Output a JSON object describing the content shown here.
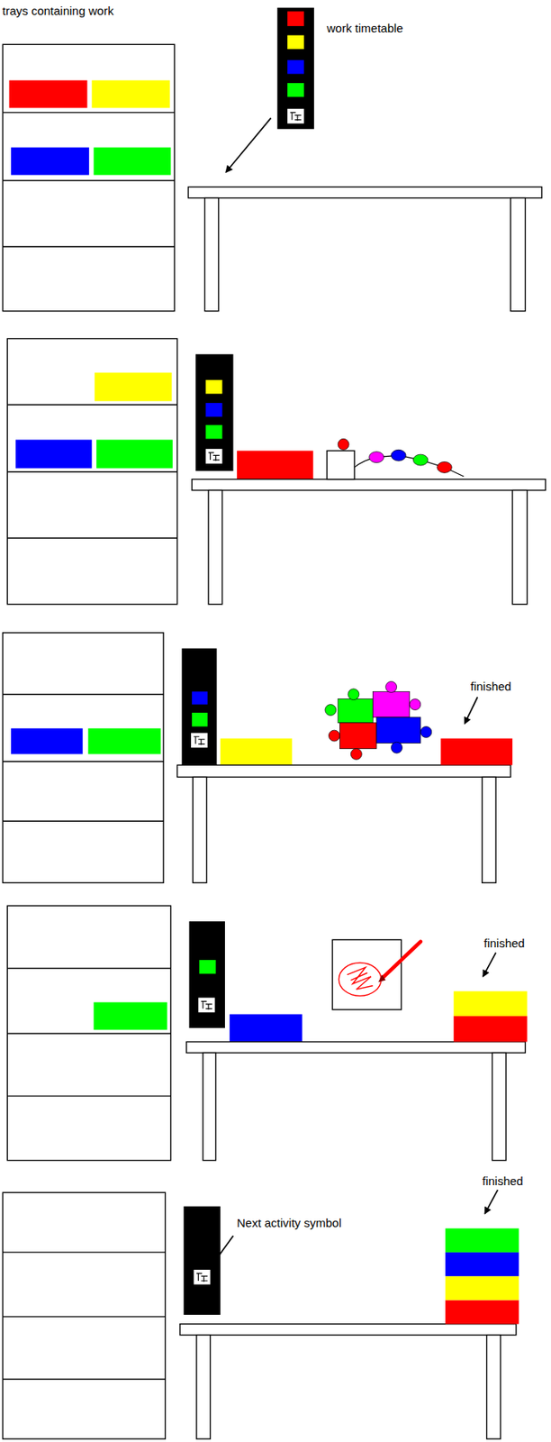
{
  "diagram": {
    "labels": [
      "trays containing work",
      "work timetable",
      "finished",
      "finished",
      "finished",
      "Next activity symbol"
    ]
  }
}
